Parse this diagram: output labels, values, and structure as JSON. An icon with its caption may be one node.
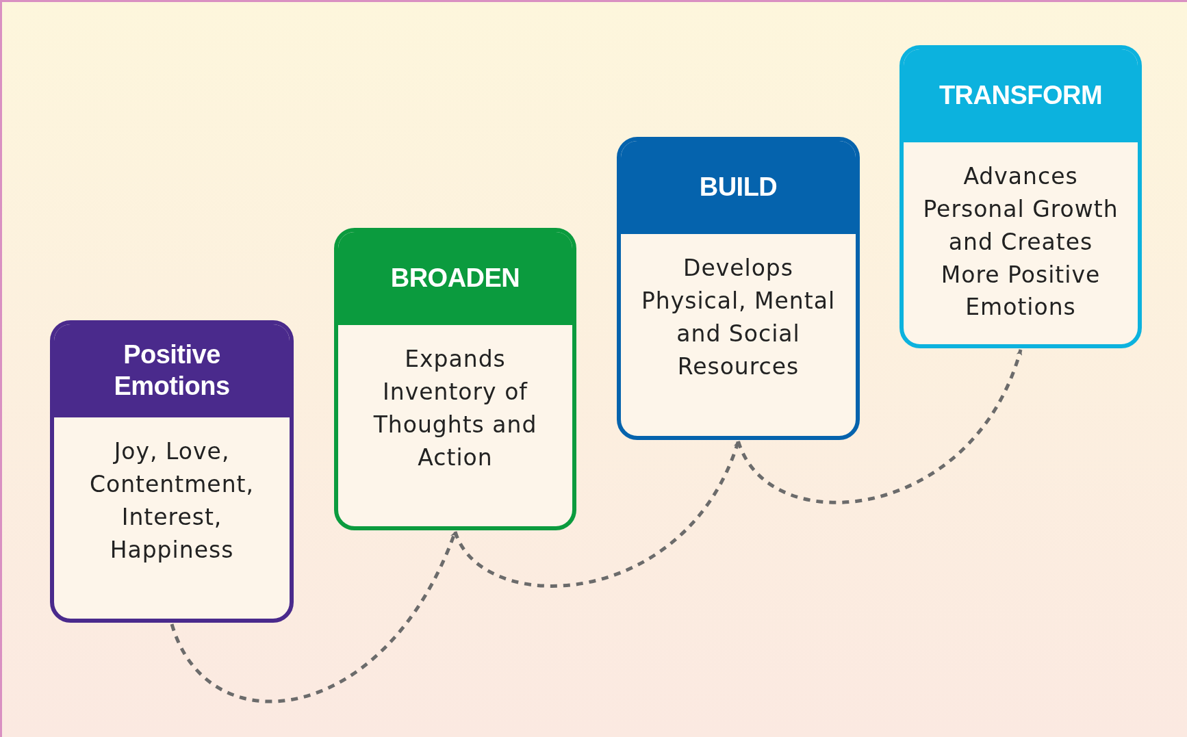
{
  "diagram": {
    "nodes": [
      {
        "text": [
          "Positive Emotions",
          "Joy, Love, Contentment, Interest, Happiness"
        ]
      },
      {
        "text": [
          "BROADEN",
          "Expands Inventory of Thoughts and Action"
        ]
      },
      {
        "text": [
          "BUILD",
          "Develops Physical, Mental and Social Resources"
        ]
      },
      {
        "text": [
          "TRANSFORM",
          "Advances Personal Growth and Creates More Positive Emotions"
        ]
      }
    ],
    "edges": [
      {
        "from": 0,
        "to": 1,
        "arrow": "to",
        "style": "dashed"
      },
      {
        "from": 1,
        "to": 2,
        "arrow": "to",
        "style": "dashed"
      },
      {
        "from": 2,
        "to": 3,
        "arrow": "to",
        "style": "dashed"
      }
    ]
  }
}
